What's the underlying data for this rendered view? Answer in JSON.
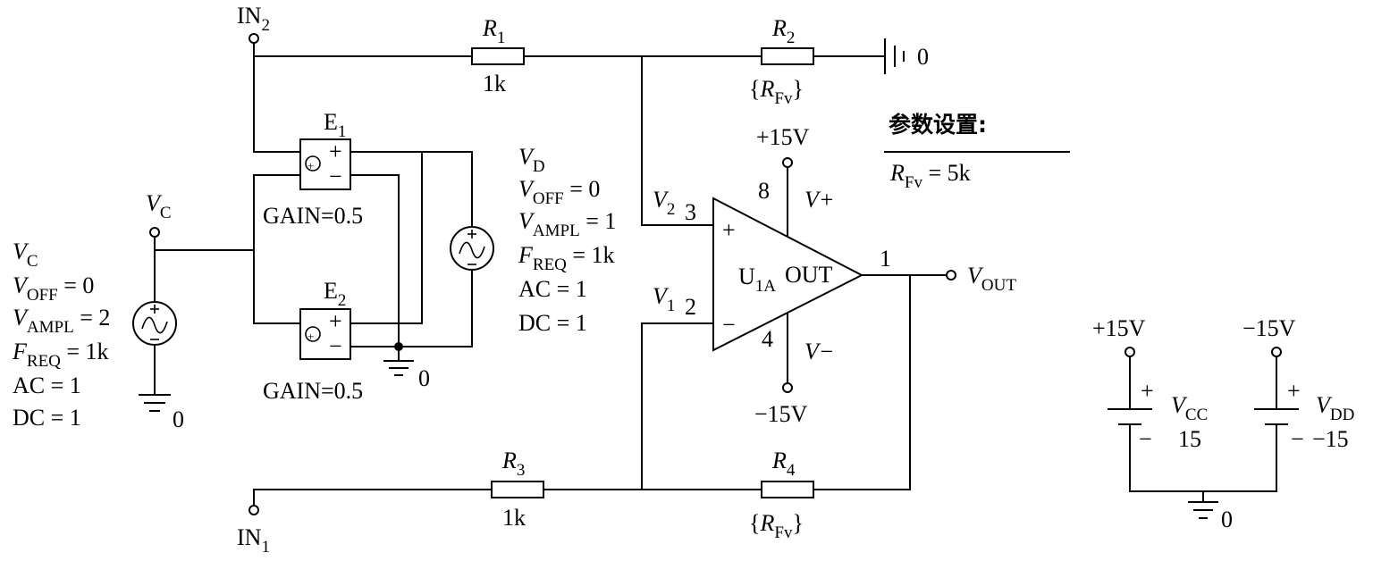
{
  "terminals": {
    "in2": {
      "main": "IN",
      "sub": "2"
    },
    "in1": {
      "main": "IN",
      "sub": "1"
    },
    "vout": {
      "main": "V",
      "sub": "OUT"
    },
    "vc": {
      "main": "V",
      "sub": "C"
    }
  },
  "resistors": {
    "r1": {
      "main": "R",
      "sub": "1",
      "value": "1k"
    },
    "r2": {
      "main": "R",
      "sub": "2",
      "value_open": "{",
      "value_main": "R",
      "value_sub": "Fv",
      "value_close": "}"
    },
    "r3": {
      "main": "R",
      "sub": "3",
      "value": "1k"
    },
    "r4": {
      "main": "R",
      "sub": "4",
      "value_open": "{",
      "value_main": "R",
      "value_sub": "Fv",
      "value_close": "}"
    }
  },
  "ground_labels": {
    "r2": "0",
    "e_sources": "0",
    "vc_source": "0",
    "supplies": "0"
  },
  "dependent_sources": {
    "e1": {
      "main": "E",
      "sub": "1",
      "gain": "GAIN=0.5"
    },
    "e2": {
      "main": "E",
      "sub": "2",
      "gain": "GAIN=0.5"
    },
    "plus": "+",
    "minus": "−"
  },
  "vd_source": {
    "name": {
      "main": "V",
      "sub": "D"
    },
    "voff": {
      "main": "V",
      "sub": "OFF",
      "rest": " = 0"
    },
    "vampl": {
      "main": "V",
      "sub": "AMPL",
      "rest": " = 1"
    },
    "freq": {
      "main": "F",
      "sub": "REQ",
      "rest": " = 1k"
    },
    "ac": "AC = 1",
    "dc": "DC = 1"
  },
  "vc_source": {
    "name": {
      "main": "V",
      "sub": "C"
    },
    "voff": {
      "main": "V",
      "sub": "OFF",
      "rest": " = 0"
    },
    "vampl": {
      "main": "V",
      "sub": "AMPL",
      "rest": " = 2"
    },
    "freq": {
      "main": "F",
      "sub": "REQ",
      "rest": " = 1k"
    },
    "ac": "AC = 1",
    "dc": "DC = 1"
  },
  "opamp": {
    "name": {
      "main": "U",
      "sub": "1A"
    },
    "out": "OUT",
    "pin8": "8",
    "pin4": "4",
    "pin3": "3",
    "pin2": "2",
    "pin1": "1",
    "plus": "+",
    "minus": "−",
    "vplus": "V+",
    "vminus": "V−",
    "v2": {
      "main": "V",
      "sub": "2"
    },
    "v1": {
      "main": "V",
      "sub": "1"
    },
    "top_supply": "+15V",
    "bottom_supply": "−15V"
  },
  "params": {
    "title": "参数设置:",
    "entry": {
      "main": "R",
      "sub": "Fv",
      "rest": " = 5k"
    }
  },
  "supplies": {
    "vcc": {
      "terminal": "+15V",
      "name_main": "V",
      "name_sub": "CC",
      "value": "15",
      "plus": "+",
      "minus": "−"
    },
    "vdd": {
      "terminal": "−15V",
      "name_main": "V",
      "name_sub": "DD",
      "value": "−15",
      "plus": "+",
      "minus": "−"
    }
  }
}
